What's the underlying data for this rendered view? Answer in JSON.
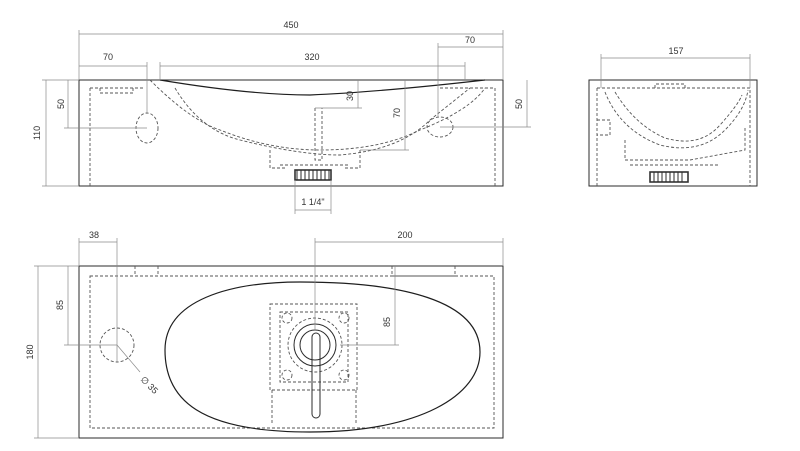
{
  "front_view": {
    "dim_total_width": "450",
    "dim_left_offset": "70",
    "dim_bowl_width": "320",
    "dim_right_offset": "70",
    "dim_height": "110",
    "dim_hole_height_left": "50",
    "dim_hole_height_right": "50",
    "dim_bowl_depth": "30",
    "dim_drain_depth": "70",
    "dim_drain_thread": "1 1/4\""
  },
  "side_view": {
    "dim_depth": "157"
  },
  "top_view": {
    "dim_hole_offset": "38",
    "dim_drain_offset": "200",
    "dim_hole_depth": "85",
    "dim_drain_depth": "85",
    "dim_total_depth": "180",
    "dim_hole_diameter": "∅ 35"
  },
  "colors": {
    "line": "#2b2b2b",
    "dimension": "#8a8a8a",
    "background": "#ffffff"
  }
}
